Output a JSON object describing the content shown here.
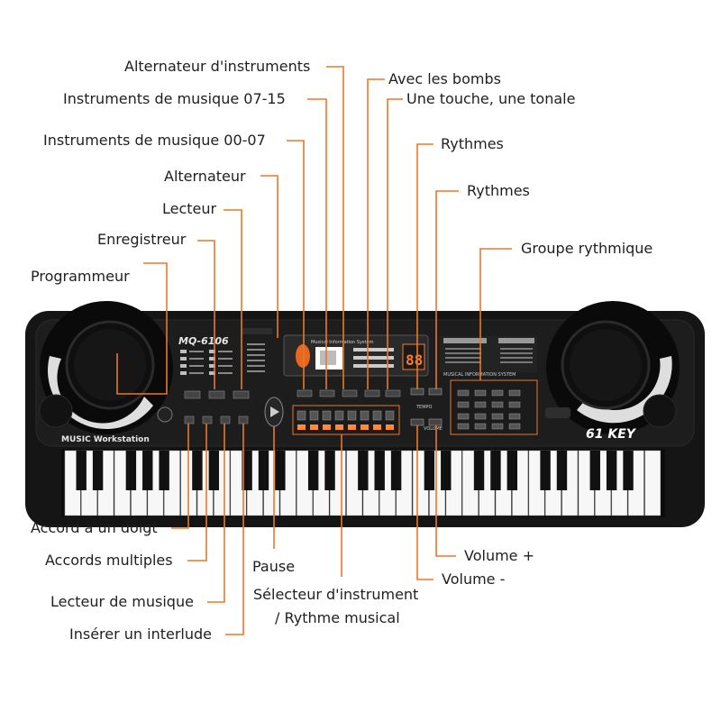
{
  "keyboard": {
    "model": "MQ-6106",
    "brand_text": "MUSIC Workstation",
    "key_badge": "61 KEY",
    "display_title": "Musical Information System",
    "display_digits": "88",
    "info_system_label": "MUSICAL INFORMATION SYSTEM",
    "tempo_label": "TEMPO",
    "volume_label": "VOLUME"
  },
  "callouts": {
    "alternateur_instruments": "Alternateur d'instruments",
    "instruments_07_15": "Instruments de musique 07-15",
    "instruments_00_07": "Instruments de musique 00-07",
    "alternateur": "Alternateur",
    "lecteur": "Lecteur",
    "enregistreur": "Enregistreur",
    "programmeur": "Programmeur",
    "avec_bombs": "Avec les bombs",
    "une_touche": "Une touche, une tonale",
    "rythmes_1": "Rythmes",
    "rythmes_2": "Rythmes",
    "groupe_rythmique": "Groupe rythmique",
    "accord_un_doigt": "Accord à un doigt",
    "accords_multiples": "Accords multiples",
    "lecteur_musique": "Lecteur de musique",
    "inserer_interlude": "Insérer un interlude",
    "pause": "Pause",
    "selecteur_line1": "Sélecteur d'instrument",
    "selecteur_line2": "/ Rythme musical",
    "volume_plus": "Volume +",
    "volume_minus": "Volume -"
  },
  "colors": {
    "callout_line": "#e8782a",
    "body": "#151515",
    "accent_display": "#e8661e"
  }
}
